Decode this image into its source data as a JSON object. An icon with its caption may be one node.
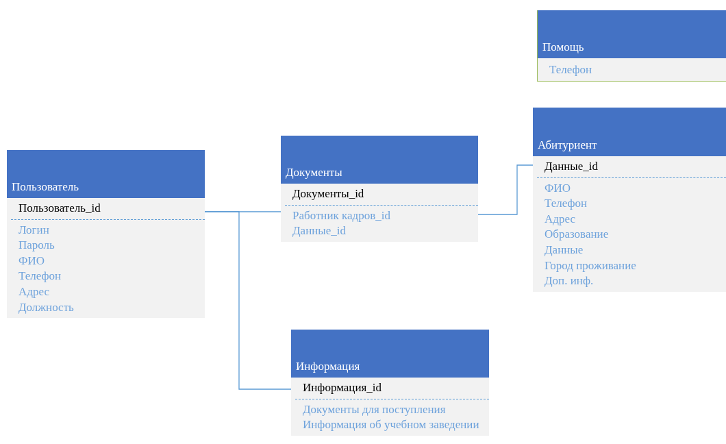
{
  "diagram": {
    "nodes": [
      {
        "text": [
          "Помощь",
          "Телефон"
        ]
      },
      {
        "text": [
          "Пользователь",
          "Пользователь_id",
          "Логин",
          "Пароль",
          "ФИО",
          "Телефон",
          "Адрес",
          "Должность"
        ]
      },
      {
        "text": [
          "Документы",
          "Документы_id",
          "Работник кадров_id",
          "Данные_id"
        ]
      },
      {
        "text": [
          "Абитуриент",
          "Данные_id",
          "ФИО",
          "Телефон",
          "Адрес",
          "Образование",
          "Данные",
          "Город проживание",
          "Доп. инф."
        ]
      },
      {
        "text": [
          "Информация",
          "Информация_id",
          "Документы для поступления",
          "Информация об учебном заведении"
        ]
      }
    ],
    "edges": [
      {
        "from": 1,
        "to": 2,
        "arrow": "none"
      },
      {
        "from": 1,
        "to": 4,
        "arrow": "none"
      },
      {
        "from": 2,
        "to": 3,
        "arrow": "none"
      }
    ]
  }
}
